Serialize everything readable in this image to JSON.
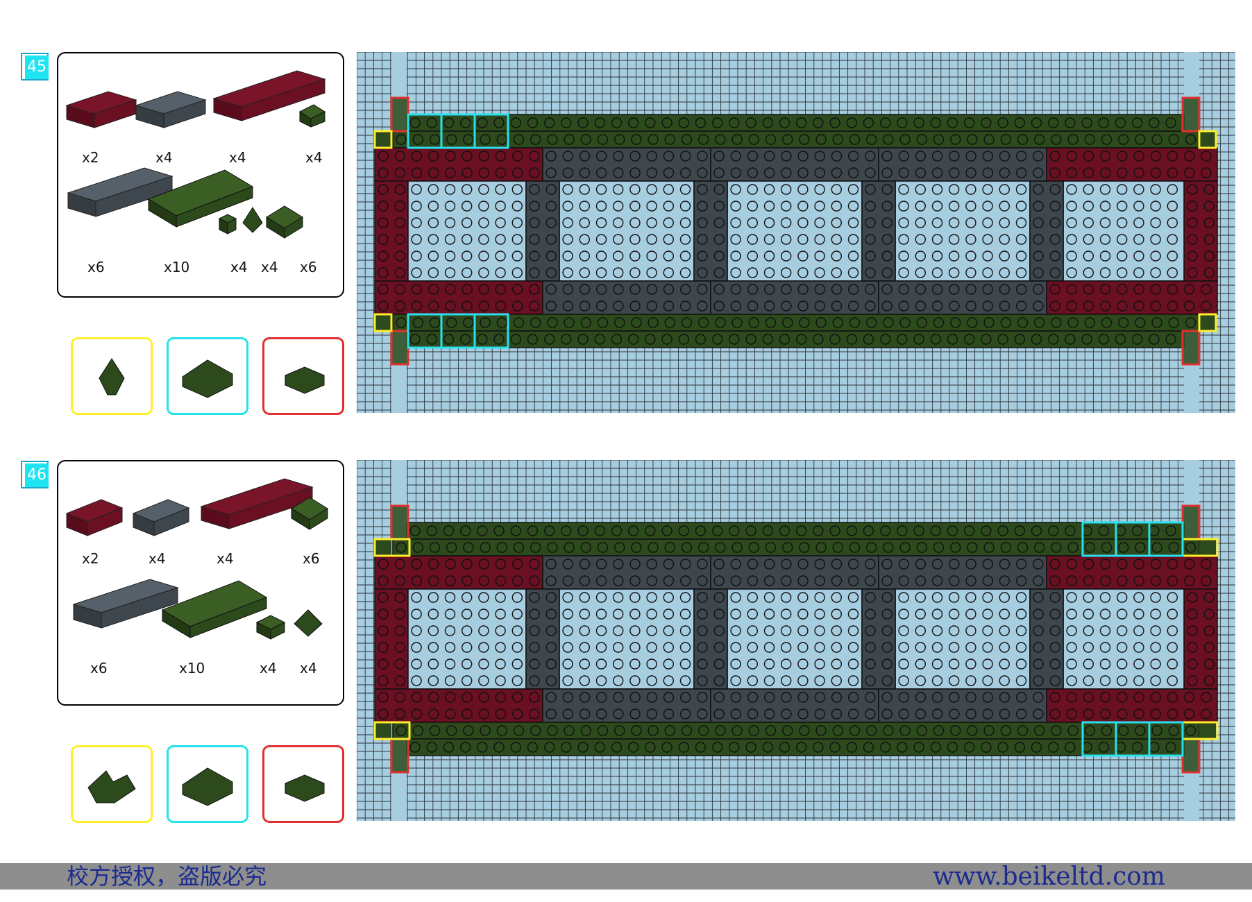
{
  "colors": {
    "baseplate": "#a6cde0",
    "dark_green": "#2c4a1c",
    "dark_red": "#6b0f22",
    "dark_gray": "#3e474d",
    "yellow_highlight": "#ffee2a",
    "cyan_highlight": "#28e0ee",
    "red_highlight": "#e23030",
    "footer_text": "#1b2b8f"
  },
  "steps": [
    {
      "number": "45",
      "parts_top": [
        "x2",
        "x4",
        "x4",
        "x4"
      ],
      "parts_bottom": [
        "x6",
        "x10",
        "x4",
        "x4",
        "x6"
      ],
      "highlight_side": "left"
    },
    {
      "number": "46",
      "parts_top": [
        "x2",
        "x4",
        "x4",
        "x6"
      ],
      "parts_bottom": [
        "x6",
        "x10",
        "x4",
        "x4"
      ],
      "highlight_side": "right"
    }
  ],
  "footer": {
    "left_text": "校方授权，盗版必究",
    "right_text": "www.beikeltd.com"
  }
}
